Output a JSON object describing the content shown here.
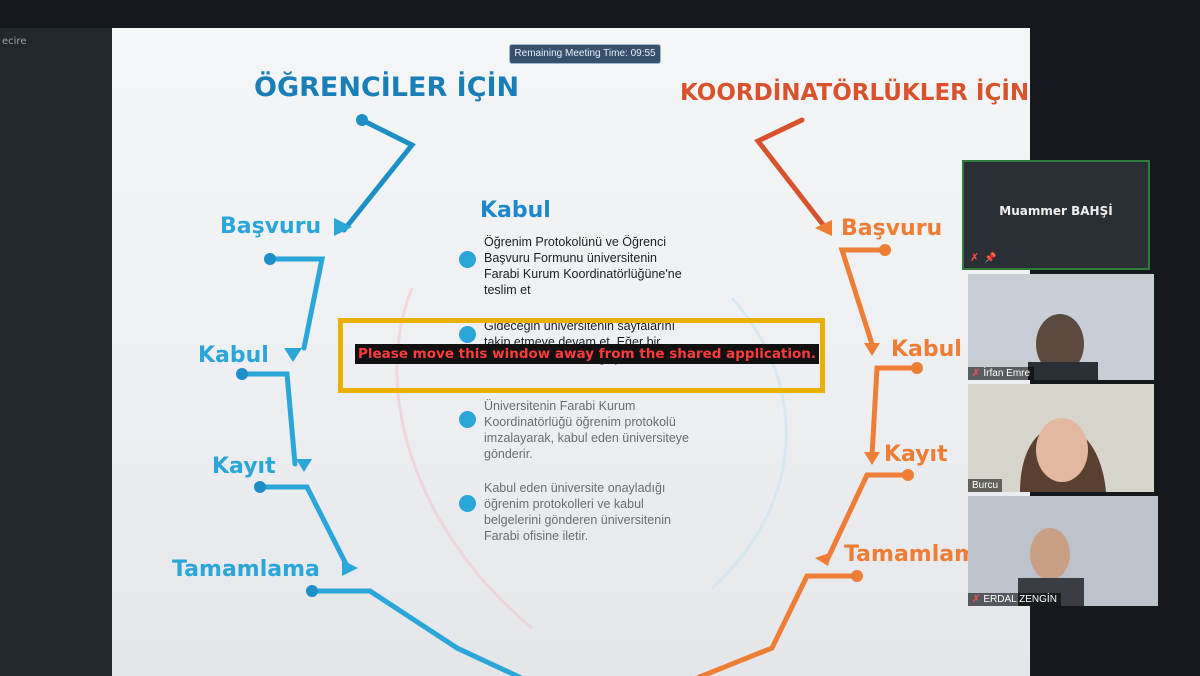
{
  "window": {
    "corner_text": "ecire"
  },
  "timer": {
    "label": "Remaining Meeting Time: 09:55"
  },
  "slide": {
    "left_heading": "ÖĞRENCİLER İÇİN",
    "right_heading": "KOORDİNATÖRLÜKLER İÇİN",
    "left_stages": [
      "Başvuru",
      "Kabul",
      "Kayıt",
      "Tamamlama"
    ],
    "right_stages": [
      "Başvuru",
      "Kabul",
      "Kayıt",
      "Tamamlam"
    ],
    "content_title": "Kabul",
    "bullets": [
      "Öğrenim Protokolünü ve Öğrenci Başvuru Formunu üniversitenin Farabi Kurum Koordinatörlüğüne'ne teslim et",
      "Gideceğin üniversitenin sayfalarını takip etmeye devam et. Eğer bir ... Farabi ofisi ile irtibat geç.",
      "Üniversitenin Farabi Kurum Koordinatörlüğü öğrenim protokolü imzalayarak, kabul eden üniversiteye gönderir.",
      "Kabul eden üniversite onayladığı öğrenim protokolleri ve kabul belgelerini gönderen üniversitenin Farabi ofisine iletir."
    ],
    "colors": {
      "left_accent": "#2aa6d8",
      "right_accent": "#ee7d35",
      "title_blue": "#1e88c8"
    }
  },
  "warning": {
    "text": "Please move this window away from the shared application."
  },
  "participants": [
    {
      "name": "Muammer BAHŞİ",
      "video": false,
      "muted": true,
      "pinned": true
    },
    {
      "name": "İrfan Emre",
      "video": true,
      "muted": true
    },
    {
      "name": "Burcu",
      "video": true,
      "muted": false
    },
    {
      "name": "ERDAL ZENGİN",
      "video": true,
      "muted": true
    }
  ]
}
